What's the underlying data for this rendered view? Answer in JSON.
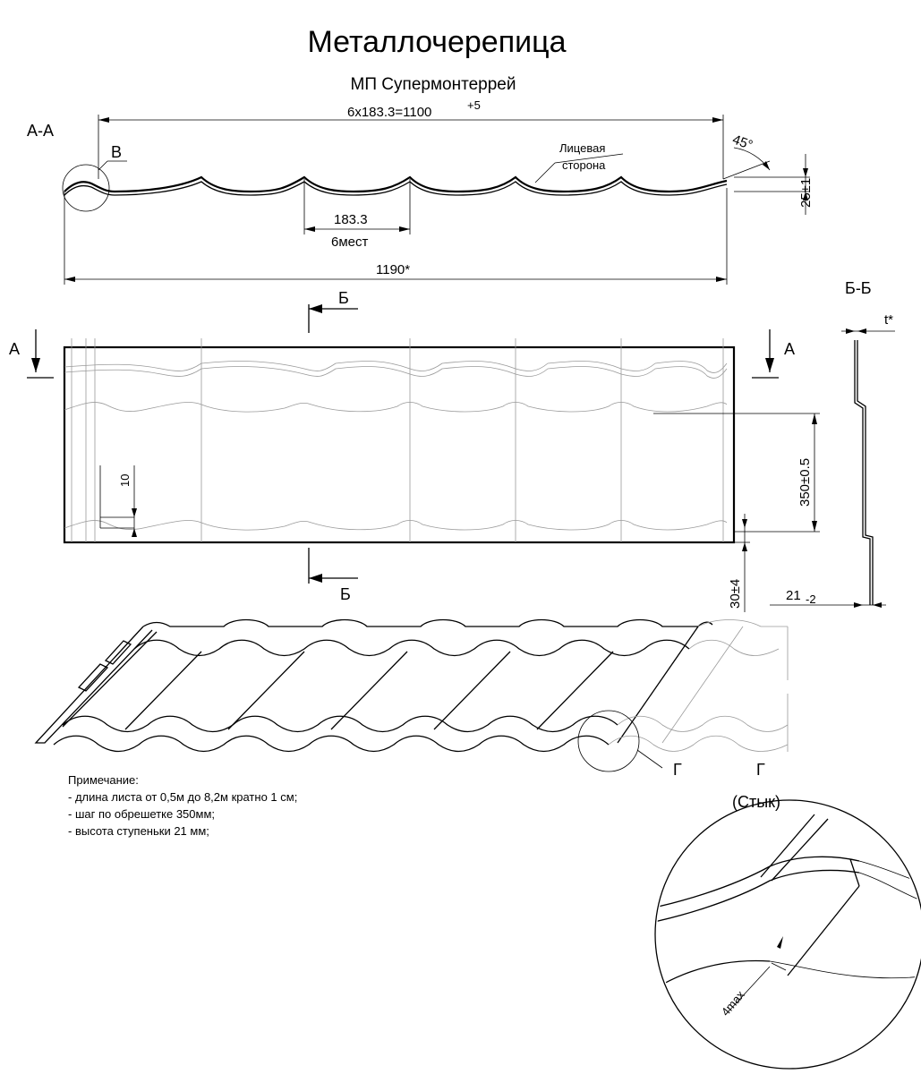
{
  "title": "Металлочерепица",
  "subtitle": "МП Супермонтеррей",
  "section_aa": {
    "label": "А-А",
    "detail_label": "В",
    "total_dim": "6x183.3=1100",
    "total_dim_tol": "+5",
    "face_label_1": "Лицевая",
    "face_label_2": "сторона",
    "angle": "45°",
    "height_dim": "25±1",
    "pitch_dim": "183.3",
    "pitch_count": "6мест",
    "overall_dim": "1190*"
  },
  "plan": {
    "cut_b": "Б",
    "cut_a": "А",
    "dim_10": "10",
    "dim_step": "350±0.5",
    "dim_edge": "30±4"
  },
  "section_bb": {
    "label": "Б-Б",
    "thickness": "t*",
    "step_dim": "21",
    "step_tol": "-2"
  },
  "perspective": {
    "detail_label": "Г"
  },
  "detail_g": {
    "label": "Г",
    "caption": "(Стык)",
    "dim": "4max"
  },
  "notes": {
    "heading": "Примечание:",
    "items": [
      "- длина листа от 0,5м до 8,2м кратно 1 см;",
      "- шаг по обрешетке 350мм;",
      "- высота ступеньки 21 мм;"
    ]
  }
}
